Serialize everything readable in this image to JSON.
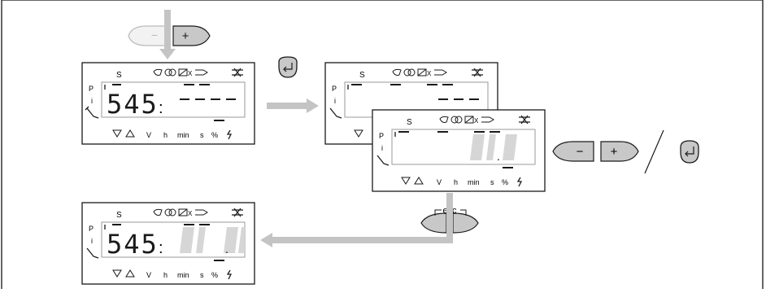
{
  "panels": [
    {
      "id": "panel-1",
      "value": "545",
      "sep": ":",
      "top_letter": "S",
      "left_letters": [
        "P",
        "i"
      ],
      "units": [
        "V",
        "h",
        "min",
        "s",
        "%"
      ],
      "icon_names": [
        "flame-icon",
        "oil-pump-icon",
        "air-damper-icon",
        "fan-icon",
        "ignition-off-icon",
        "wrench-icon",
        "arrow-down-icon",
        "arrow-up-icon",
        "lightning-icon"
      ]
    },
    {
      "id": "panel-2",
      "value": "",
      "top_letter": "S",
      "left_letters": [
        "P",
        "i"
      ],
      "units": [],
      "icon_names": [
        "flame-icon",
        "oil-pump-icon",
        "air-damper-icon",
        "fan-icon",
        "ignition-off-icon",
        "wrench-icon",
        "arrow-down-icon",
        "arrow-up-icon"
      ]
    },
    {
      "id": "panel-3",
      "value": "",
      "sep": ".",
      "top_letter": "S",
      "left_letters": [
        "P",
        "i"
      ],
      "units": [
        "V",
        "h",
        "min",
        "s",
        "%"
      ],
      "icon_names": [
        "flame-icon",
        "oil-pump-icon",
        "air-damper-icon",
        "fan-icon",
        "ignition-off-icon",
        "wrench-icon",
        "arrow-down-icon",
        "arrow-up-icon",
        "lightning-icon"
      ]
    },
    {
      "id": "panel-4",
      "value": "545",
      "sep": ":",
      "sep2": ".",
      "top_letter": "S",
      "left_letters": [
        "P",
        "i"
      ],
      "units": [
        "V",
        "h",
        "min",
        "s",
        "%"
      ],
      "icon_names": [
        "flame-icon",
        "oil-pump-icon",
        "air-damper-icon",
        "fan-icon",
        "ignition-off-icon",
        "wrench-icon",
        "arrow-down-icon",
        "arrow-up-icon",
        "lightning-icon"
      ]
    }
  ],
  "buttons": {
    "minus": "−",
    "plus": "+",
    "esc": "esc",
    "enter_icon": "enter-icon"
  },
  "colors": {
    "button_fill": "#c8c8c8",
    "button_fill_inactive": "#f2f2f2",
    "arrow": "#c4c4c4",
    "block": "#d6d6d6",
    "line": "#1a1a1a"
  }
}
